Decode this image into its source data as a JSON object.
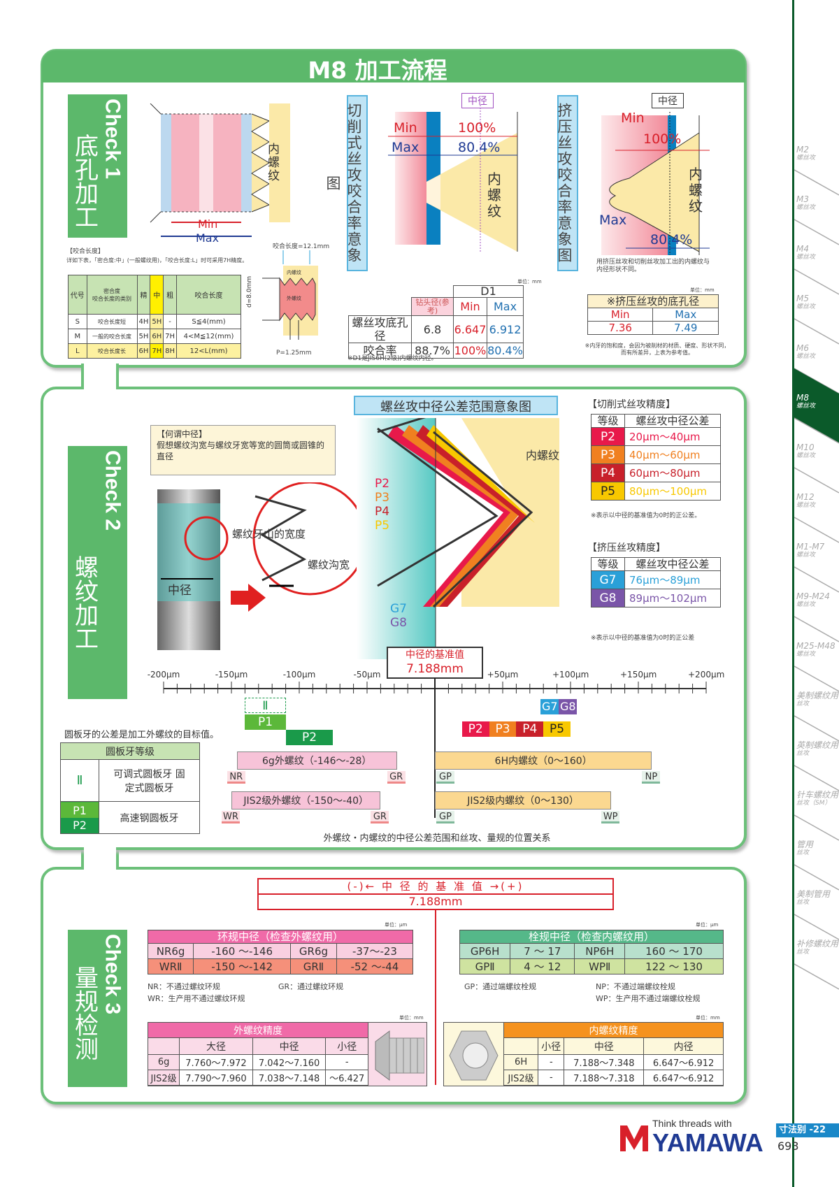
{
  "header": {
    "title": "M8 加工流程"
  },
  "side_tabs": [
    {
      "label": "M2",
      "sub": "螺丝攻",
      "active": false
    },
    {
      "label": "M3",
      "sub": "螺丝攻",
      "active": false
    },
    {
      "label": "M4",
      "sub": "螺丝攻",
      "active": false
    },
    {
      "label": "M5",
      "sub": "螺丝攻",
      "active": false
    },
    {
      "label": "M6",
      "sub": "螺丝攻",
      "active": false
    },
    {
      "label": "M8",
      "sub": "螺丝攻",
      "active": true
    },
    {
      "label": "M10",
      "sub": "螺丝攻",
      "active": false
    },
    {
      "label": "M12",
      "sub": "螺丝攻",
      "active": false
    },
    {
      "label": "M1-M7",
      "sub": "螺丝攻",
      "active": false
    },
    {
      "label": "M9-M24",
      "sub": "螺丝攻",
      "active": false
    },
    {
      "label": "M25-M48",
      "sub": "螺丝攻",
      "active": false
    },
    {
      "label": "美制螺纹用",
      "sub": "丝攻",
      "active": false
    },
    {
      "label": "英制螺纹用",
      "sub": "丝攻",
      "active": false
    },
    {
      "label": "针车螺纹用",
      "sub": "丝攻（SM）",
      "active": false
    },
    {
      "label": "管用",
      "sub": "丝攻",
      "active": false
    },
    {
      "label": "美制管用",
      "sub": "丝攻",
      "active": false
    },
    {
      "label": "补修螺纹用",
      "sub": "丝攻",
      "active": false
    }
  ],
  "check1": {
    "label_en": "Check 1",
    "label_cn": "底孔加工",
    "hole_diagram": {
      "inner_thread": "内螺纹",
      "min": "Min",
      "max": "Max"
    },
    "engagement": {
      "title": "【咬合长度】",
      "note": "详如下表，「密合度:中」(一般螺纹用)，「咬合长度:L」时可采用7H精度。",
      "headers": {
        "code": "代号",
        "fit": "密合度",
        "category": "咬合长度的类别",
        "fine": "精",
        "medium": "中",
        "coarse": "粗",
        "length": "咬合长度"
      },
      "rows": [
        {
          "code": "S",
          "cat": "咬合长度短",
          "fine": "4H",
          "medium": "5H",
          "coarse": "-",
          "length": "S≦4(mm)"
        },
        {
          "code": "M",
          "cat": "一般的咬合长度",
          "fine": "5H",
          "medium": "6H",
          "coarse": "7H",
          "length": "4<M≦12(mm)"
        },
        {
          "code": "L",
          "cat": "咬合长度长",
          "fine": "6H",
          "medium": "7H",
          "coarse": "8H",
          "length": "12<L(mm)"
        }
      ]
    },
    "section_diagram": {
      "length": "咬合长度=12.1mm",
      "inner": "内螺纹",
      "outer": "外螺纹",
      "d": "d=8.0mm",
      "pitch": "P=1.25mm"
    },
    "cut_tap": {
      "title": "切削式丝攻咬合率意象图",
      "pitch_dia": "中径",
      "min": "Min",
      "max": "Max",
      "p100": "100%",
      "p804": "80.4%",
      "inner": "内螺纹"
    },
    "form_tap": {
      "title": "挤压丝攻咬合率意象图",
      "pitch_dia": "中径",
      "min": "Min",
      "max": "Max",
      "p100": "100%",
      "p804": "80.4%",
      "inner": "内螺纹",
      "note": "用挤压丝攻和切削丝攻加工出的内螺纹与内径形状不同。"
    },
    "drill_table": {
      "unit": "单位：mm",
      "d1": "D1",
      "drill": "钻头径(参考)",
      "min": "Min",
      "max": "Max",
      "rows": [
        {
          "label": "螺丝攻底孔径",
          "drill": "6.8",
          "min": "6.647",
          "max": "6.912"
        },
        {
          "label": "咬合率",
          "drill": "88.7%",
          "min": "100%",
          "max": "80.4%"
        }
      ],
      "note": "※D1是JIS6H(2级)内螺纹内径。"
    },
    "form_hole": {
      "unit": "单位：mm",
      "title": "※挤压丝攻的底孔径",
      "min_label": "Min",
      "max_label": "Max",
      "min": "7.36",
      "max": "7.49",
      "note": "※内牙的饱和度，会因为被削材的材质、硬度、形状不同，而有所差异，上表为参考值。"
    }
  },
  "check2": {
    "label_en": "Check 2",
    "label_cn": "螺纹加工",
    "diagram_title": "螺丝攻中径公差范围意象图",
    "definition": {
      "title": "【何谓中径】",
      "text": "假想螺纹沟宽与螺纹牙宽等宽的圆筒或圆锥的直径"
    },
    "photo_labels": {
      "crest": "螺纹牙山的宽度",
      "groove": "螺纹沟宽",
      "pitch": "中径"
    },
    "profile_labels": {
      "inner": "内螺纹",
      "p": [
        "P2",
        "P3",
        "P4",
        "P5"
      ],
      "g": [
        "G7",
        "G8"
      ]
    },
    "reference": {
      "label": "中径的基准值",
      "value": "7.188mm"
    },
    "cut_precision": {
      "title": "【切削式丝攻精度】",
      "h1": "等级",
      "h2": "螺丝攻中径公差",
      "rows": [
        {
          "g": "P2",
          "r": "20μm～40μm",
          "c": "#e8194a"
        },
        {
          "g": "P3",
          "r": "40μm～60μm",
          "c": "#f08020"
        },
        {
          "g": "P4",
          "r": "60μm～80μm",
          "c": "#c8202a"
        },
        {
          "g": "P5",
          "r": "80μm～100μm",
          "c": "#f8c800"
        }
      ],
      "note": "※表示以中径的基准值为0时的正公差。"
    },
    "form_precision": {
      "title": "【挤压丝攻精度】",
      "h1": "等级",
      "h2": "螺丝攻中径公差",
      "rows": [
        {
          "g": "G7",
          "r": "76μm～89μm",
          "c": "#2aa0d8"
        },
        {
          "g": "G8",
          "r": "89μm～102μm",
          "c": "#7a55a8"
        }
      ],
      "note": "※表示以中径的基准值为0时的正公差"
    },
    "scale_labels": [
      "-200μm",
      "-150μm",
      "-100μm",
      "-50μm",
      "+50μm",
      "+100μm",
      "+150μm",
      "+200μm"
    ],
    "die_note": "圆板牙的公差是加工外螺纹的目标值。",
    "die_table": {
      "title": "圆板牙等级",
      "rows": [
        {
          "g": "Ⅱ",
          "d": "可调式圆板牙 固定式圆板牙"
        },
        {
          "g": "P1 P2",
          "d": "高速钢圆板牙"
        }
      ]
    },
    "die_marks": {
      "II": "Ⅱ",
      "P1": "P1",
      "P2": "P2"
    },
    "tap_marks": {
      "g": [
        "G7",
        "G8"
      ],
      "p": [
        "P2",
        "P3",
        "P4",
        "P5"
      ]
    },
    "bars": [
      {
        "label": "6g外螺纹（-146～-28）",
        "from": -146,
        "to": -28,
        "lo": "NR",
        "hi": "GR",
        "color": "#f7c3d8"
      },
      {
        "label": "JIS2级外螺纹（-150～-40）",
        "from": -150,
        "to": -40,
        "lo": "WR",
        "hi": "GR",
        "color": "#f7c3d8"
      },
      {
        "label": "6H内螺纹（0～160）",
        "from": 0,
        "to": 160,
        "lo": "GP",
        "hi": "NP",
        "color": "#fbd890"
      },
      {
        "label": "JIS2级内螺纹（0～130）",
        "from": 0,
        "to": 130,
        "lo": "GP",
        "hi": "WP",
        "color": "#fbd890"
      }
    ],
    "caption": "外螺纹・内螺纹的中径公差范围和丝攻、量规的位置关系"
  },
  "check3": {
    "label_en": "Check 3",
    "label_cn": "量规检测",
    "reference": {
      "line": "(-)← 中 径 的 基 准 值 →(+)",
      "value": "7.188mm"
    },
    "ring": {
      "unit": "单位：μm",
      "title": "环规中径（检查外螺纹用）",
      "rows": [
        [
          "NR6g",
          "-160 ～-146",
          "GR6g",
          "-37～-23"
        ],
        [
          "WRⅡ",
          "-150 ～-142",
          "GRⅡ",
          "-52 ～-44"
        ]
      ],
      "notes": [
        "NR：不通过螺纹环规",
        "GR：通过螺纹环规",
        "WR：生产用不通过螺纹环规"
      ]
    },
    "plug": {
      "unit": "单位：μm",
      "title": "栓规中径（检查内螺纹用）",
      "rows": [
        [
          "GP6H",
          "7 ～ 17",
          "NP6H",
          "160 ～ 170"
        ],
        [
          "GPⅡ",
          "4 ～ 12",
          "WPⅡ",
          "122 ～ 130"
        ]
      ],
      "notes": [
        "GP：通过端螺纹栓规",
        "NP：不通过端螺纹栓规",
        "WP：生产用不通过端螺纹栓规"
      ]
    },
    "ext": {
      "unit": "单位：mm",
      "title": "外螺纹精度",
      "cols": [
        "大径",
        "中径",
        "小径"
      ],
      "rows": [
        [
          "6g",
          "7.760～7.972",
          "7.042～7.160",
          "-"
        ],
        [
          "JIS2级",
          "7.790～7.960",
          "7.038～7.148",
          "～6.427"
        ]
      ]
    },
    "int": {
      "unit": "单位：mm",
      "title": "内螺纹精度",
      "cols": [
        "小径",
        "中径",
        "内径"
      ],
      "rows": [
        [
          "6H",
          "-",
          "7.188～7.348",
          "6.647～6.912"
        ],
        [
          "JIS2级",
          "-",
          "7.188～7.318",
          "6.647～6.912"
        ]
      ]
    }
  },
  "footer": {
    "tagline": "Think threads with",
    "brand": "YAMAWA",
    "section": "寸法别 -22",
    "page": "693"
  },
  "colors": {
    "green": "#5cb86b",
    "dark_green": "#0b5a2a",
    "pink": "#f06aa8",
    "orange": "#f5921e",
    "red": "#d8202a",
    "blue": "#1f3a93"
  }
}
